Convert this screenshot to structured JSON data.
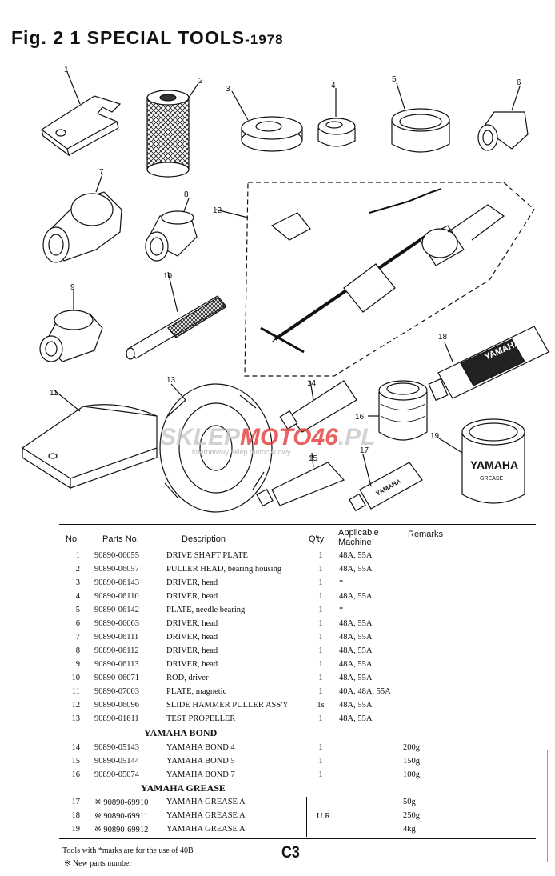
{
  "page": {
    "title": "Fig. 2 1 SPECIAL TOOLS",
    "title_suffix": "-1978",
    "page_code": "C3"
  },
  "illustration": {
    "callouts": [
      "1",
      "2",
      "3",
      "4",
      "5",
      "6",
      "7",
      "8",
      "9",
      "10",
      "11",
      "12",
      "13",
      "14",
      "15",
      "16",
      "17",
      "18",
      "19"
    ],
    "tube_label_yamaha": "YAMAHA",
    "can_label": "YAMAHA",
    "can_sublabel": "GREASE",
    "watermark": {
      "text_gray": "SKLEP",
      "text_red": "MOTO46",
      "text_tail": ".PL",
      "subtitle": "internetowy sklep motocyklowy"
    }
  },
  "table": {
    "headers": {
      "no": "No.",
      "parts_no": "Parts No.",
      "description": "Description",
      "qty": "Q'ty",
      "machine_line1": "Applicable",
      "machine_line2": "Machine",
      "remarks": "Remarks"
    },
    "rows_tools": [
      {
        "no": "1",
        "part": "90890-06055",
        "desc": "DRIVE SHAFT PLATE",
        "qty": "1",
        "machine": "48A, 55A",
        "remarks": ""
      },
      {
        "no": "2",
        "part": "90890-06057",
        "desc": "PULLER HEAD, bearing housing",
        "qty": "1",
        "machine": "48A, 55A",
        "remarks": ""
      },
      {
        "no": "3",
        "part": "90890-06143",
        "desc": "DRIVER, head",
        "qty": "1",
        "machine": "*",
        "remarks": ""
      },
      {
        "no": "4",
        "part": "90890-06110",
        "desc": "DRIVER, head",
        "qty": "1",
        "machine": "48A, 55A",
        "remarks": ""
      },
      {
        "no": "5",
        "part": "90890-06142",
        "desc": "PLATE, needle bearing",
        "qty": "1",
        "machine": "*",
        "remarks": ""
      },
      {
        "no": "6",
        "part": "90890-06063",
        "desc": "DRIVER, head",
        "qty": "1",
        "machine": "48A, 55A",
        "remarks": ""
      },
      {
        "no": "7",
        "part": "90890-06111",
        "desc": "DRIVER, head",
        "qty": "1",
        "machine": "48A, 55A",
        "remarks": ""
      },
      {
        "no": "8",
        "part": "90890-06112",
        "desc": "DRIVER, head",
        "qty": "1",
        "machine": "48A, 55A",
        "remarks": ""
      },
      {
        "no": "9",
        "part": "90890-06113",
        "desc": "DRIVER, head",
        "qty": "1",
        "machine": "48A, 55A",
        "remarks": ""
      },
      {
        "no": "10",
        "part": "90890-06071",
        "desc": "ROD, driver",
        "qty": "1",
        "machine": "48A, 55A",
        "remarks": ""
      },
      {
        "no": "11",
        "part": "90890-07003",
        "desc": "PLATE, magnetic",
        "qty": "1",
        "machine": "40A, 48A, 55A",
        "remarks": ""
      },
      {
        "no": "12",
        "part": "90890-06096",
        "desc": "SLIDE HAMMER PULLER ASS'Y",
        "qty": "1s",
        "machine": "48A, 55A",
        "remarks": ""
      },
      {
        "no": "13",
        "part": "90890-01611",
        "desc": "TEST PROPELLER",
        "qty": "1",
        "machine": "48A, 55A",
        "remarks": ""
      }
    ],
    "section_bond": "YAMAHA BOND",
    "rows_bond": [
      {
        "no": "14",
        "part": "90890-05143",
        "desc": "YAMAHA BOND 4",
        "qty": "1",
        "machine": "",
        "remarks": "200g"
      },
      {
        "no": "15",
        "part": "90890-05144",
        "desc": "YAMAHA BOND 5",
        "qty": "1",
        "machine": "",
        "remarks": "150g"
      },
      {
        "no": "16",
        "part": "90890-05074",
        "desc": "YAMAHA BOND 7",
        "qty": "1",
        "machine": "",
        "remarks": "100g"
      }
    ],
    "section_grease": "YAMAHA GREASE",
    "rows_grease": [
      {
        "no": "17",
        "part": "※ 90890-69910",
        "desc": "YAMAHA GREASE  A",
        "qty": "",
        "machine": "",
        "remarks": "50g"
      },
      {
        "no": "18",
        "part": "※ 90890-69911",
        "desc": "YAMAHA GREASE  A",
        "qty": "",
        "machine": "",
        "remarks": "250g"
      },
      {
        "no": "19",
        "part": "※ 90890-69912",
        "desc": "YAMAHA GREASE  A",
        "qty": "",
        "machine": "",
        "remarks": "4kg"
      }
    ],
    "grease_machine": "U.R"
  },
  "footer": {
    "note1": "Tools with *marks are for the use of 40B",
    "note2": "※ New parts number"
  }
}
